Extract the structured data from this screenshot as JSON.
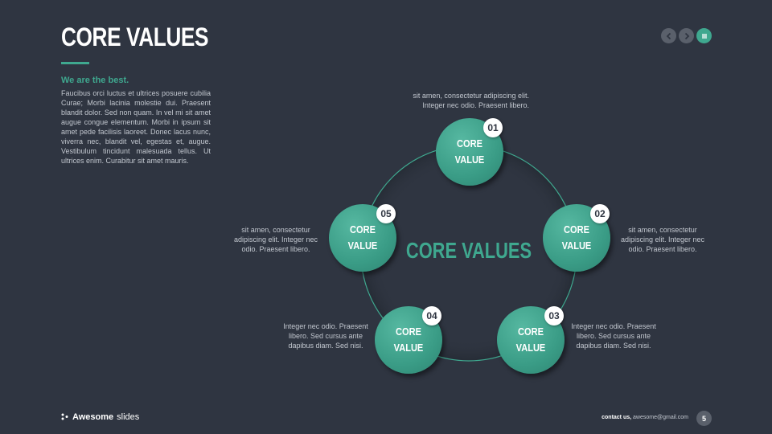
{
  "slide": {
    "title": "CORE VALUES",
    "subtitle": "We are the best.",
    "paragraph": "Faucibus orci luctus et ultrices posuere cubilia Curae; Morbi lacinia molestie dui. Praesent blandit dolor. Sed non quam. In vel mi sit amet augue congue elementum. Morbi in ipsum sit amet pede facilisis laoreet. Donec lacus nunc, viverra nec, blandit vel, egestas et, augue. Vestibulum tincidunt malesuada tellus. Ut ultrices enim. Curabitur sit amet mauris."
  },
  "diagram": {
    "center_title": "CORE VALUES",
    "nodes": [
      {
        "number": "01",
        "line1": "CORE",
        "line2": "VALUE",
        "caption": "sit amen, consectetur adipiscing elit. Integer nec odio. Praesent libero."
      },
      {
        "number": "02",
        "line1": "CORE",
        "line2": "VALUE",
        "caption": "sit amen, consectetur adipiscing elit. Integer nec odio. Praesent libero."
      },
      {
        "number": "03",
        "line1": "CORE",
        "line2": "VALUE",
        "caption": "Integer nec odio. Praesent libero. Sed cursus ante dapibus diam. Sed nisi."
      },
      {
        "number": "04",
        "line1": "CORE",
        "line2": "VALUE",
        "caption": "Integer nec odio. Praesent libero. Sed cursus ante dapibus diam. Sed nisi."
      },
      {
        "number": "05",
        "line1": "CORE",
        "line2": "VALUE",
        "caption": "sit amen, consectetur adipiscing elit. Integer nec odio. Praesent libero."
      }
    ]
  },
  "nav": {
    "icons": [
      "chevron-left-icon",
      "chevron-right-icon",
      "menu-icon"
    ]
  },
  "footer": {
    "brand_bold": "Awesome",
    "brand_light": "slides",
    "contact_label": "contact us,",
    "contact_email": "awesome@gmail.com",
    "page_number": "5"
  },
  "colors": {
    "background": "#2f3541",
    "accent": "#3fa88f",
    "text": "#ffffff",
    "muted_text": "#c2c7cf"
  }
}
